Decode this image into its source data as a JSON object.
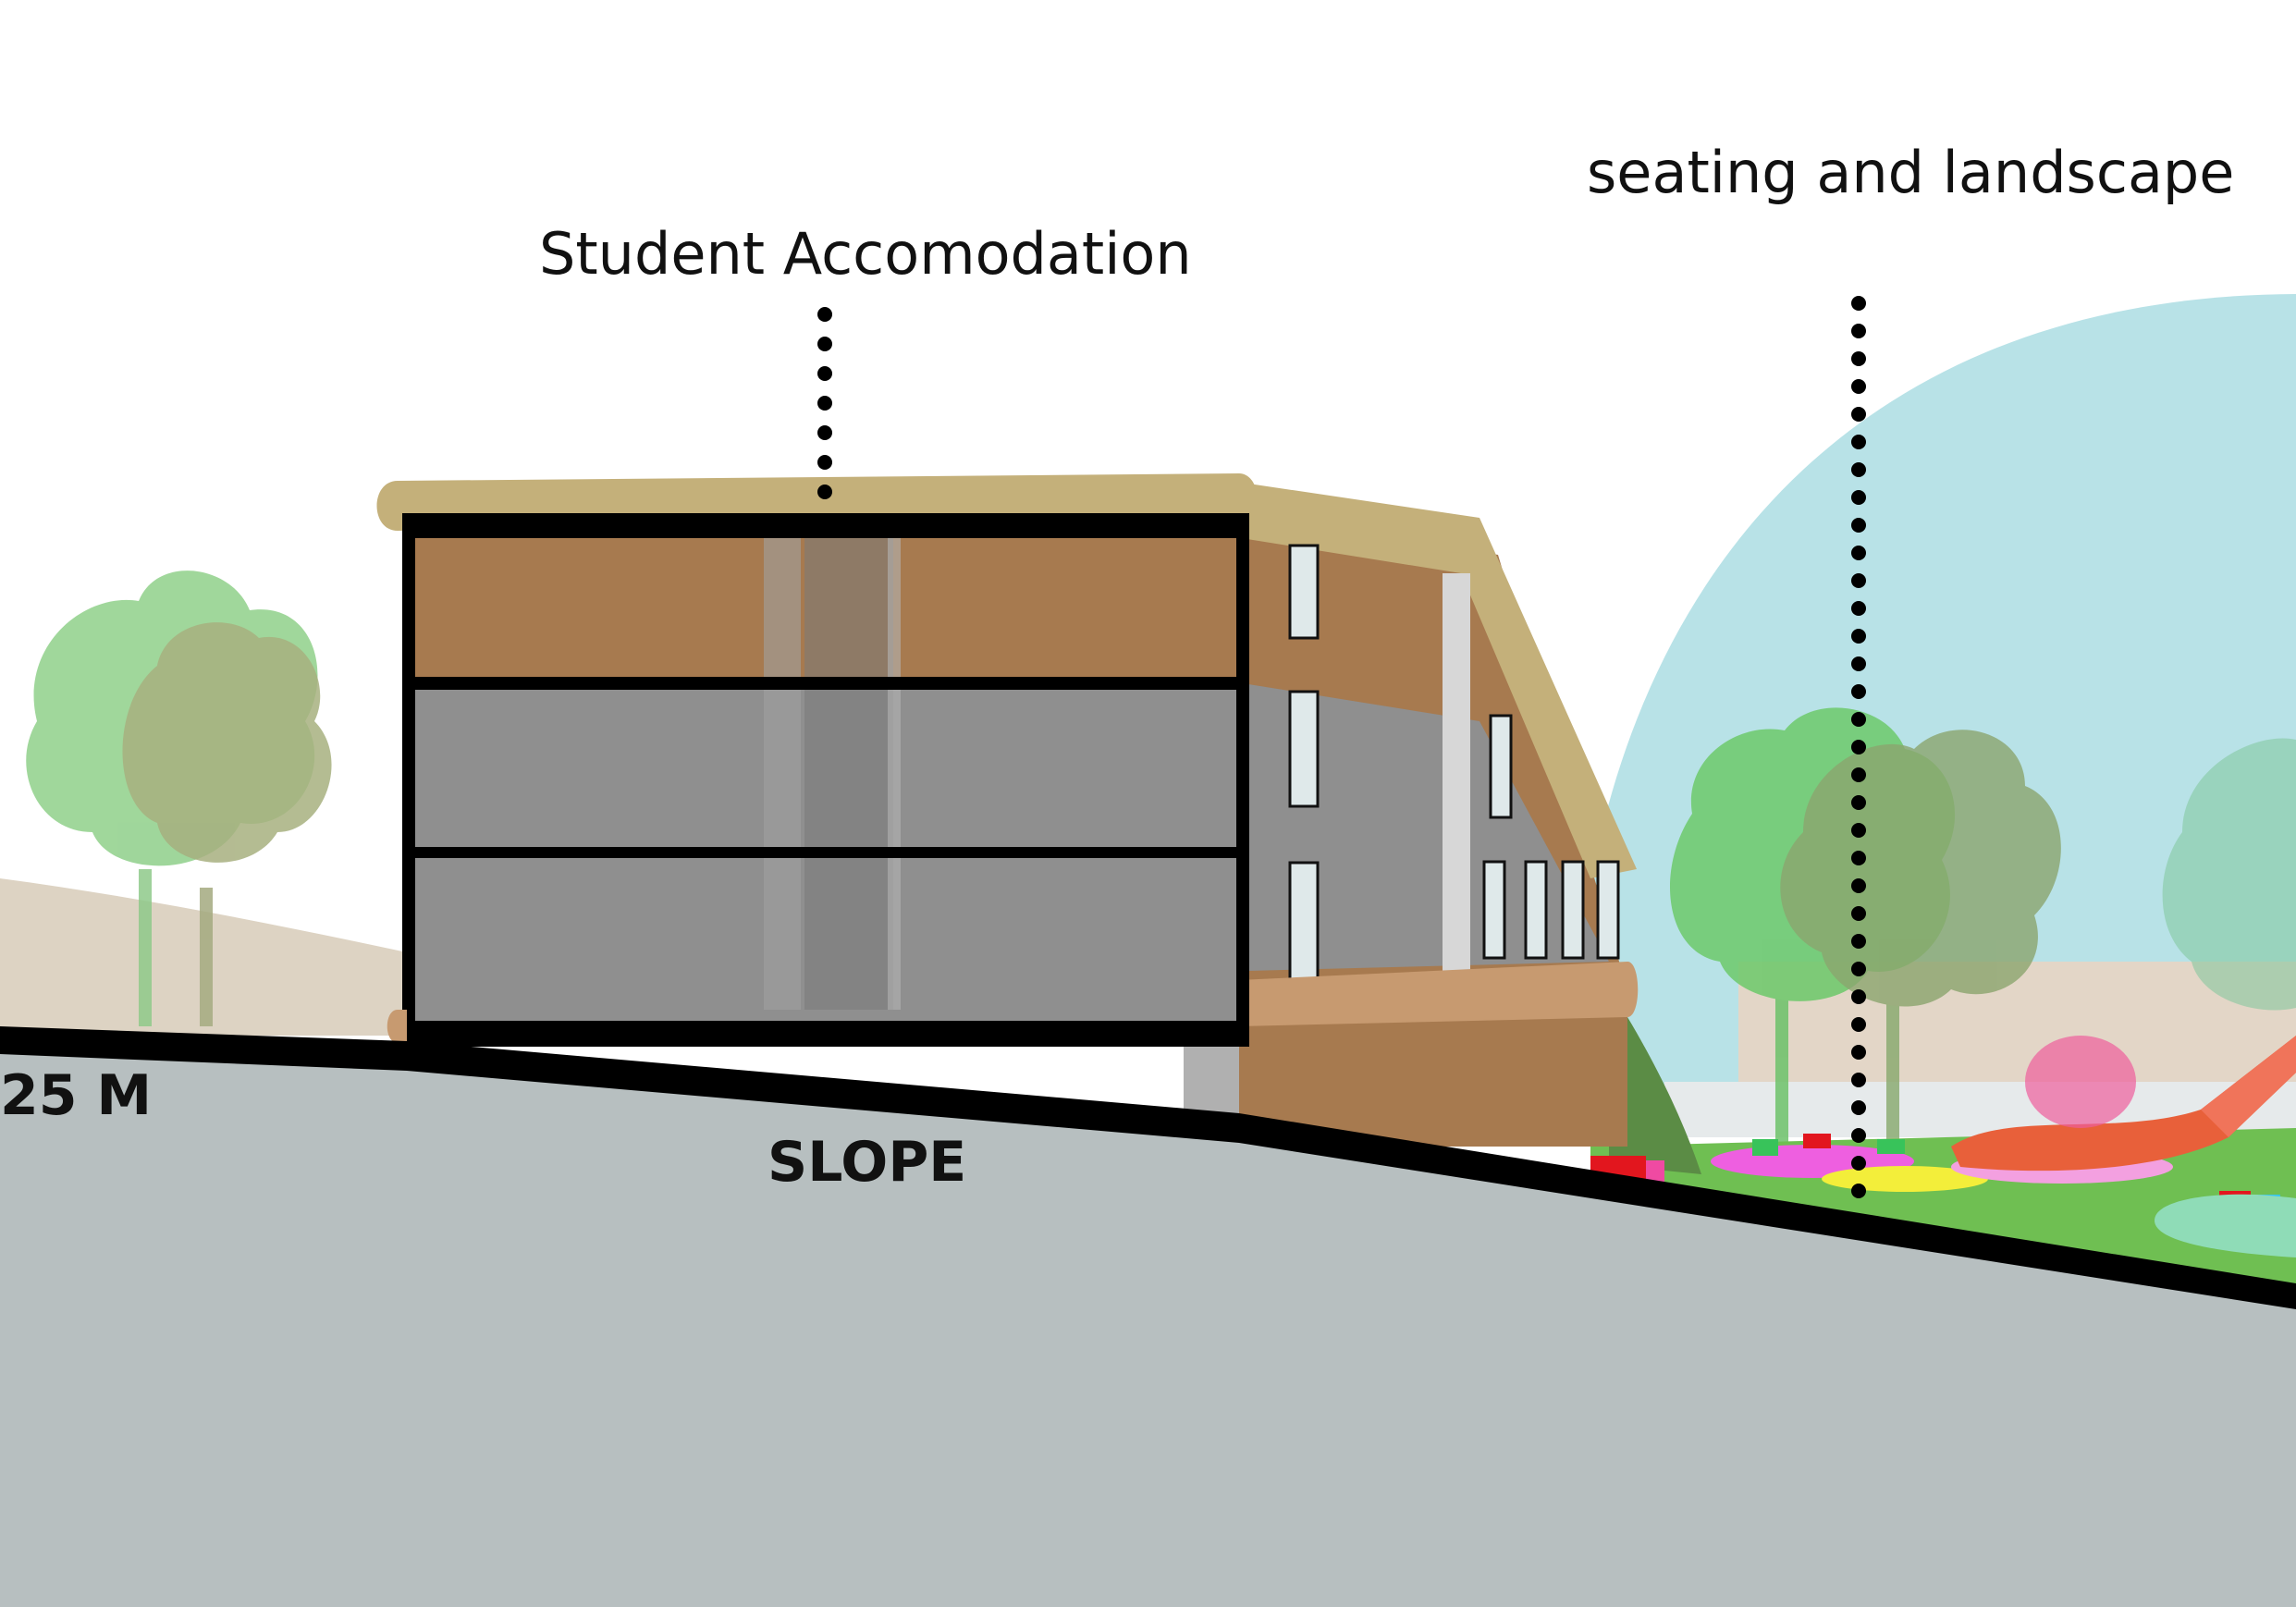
{
  "labels": {
    "student_accommodation": "Student Accomodation",
    "seating_landscape": "seating and landscape",
    "slope": "SLOPE",
    "level": "25 M"
  },
  "colors": {
    "ground": "#b7bfc0",
    "ground_edge": "#000000",
    "sky_dome": "#b8e2e7",
    "hill": "#ddd3c3",
    "roof": "#c4b07a",
    "upper_band": "#a77a4f",
    "glazing": "#8f8f8f",
    "side_wall": "#a77a4f",
    "tree_green": "#7ec27a",
    "tree_olive": "#9ea774",
    "play_orange": "#e8603a",
    "play_pink": "#ee5e9c",
    "play_yellow": "#f3ee3a"
  },
  "icons": {
    "tree": "tree-icon",
    "slide": "slide-icon"
  }
}
